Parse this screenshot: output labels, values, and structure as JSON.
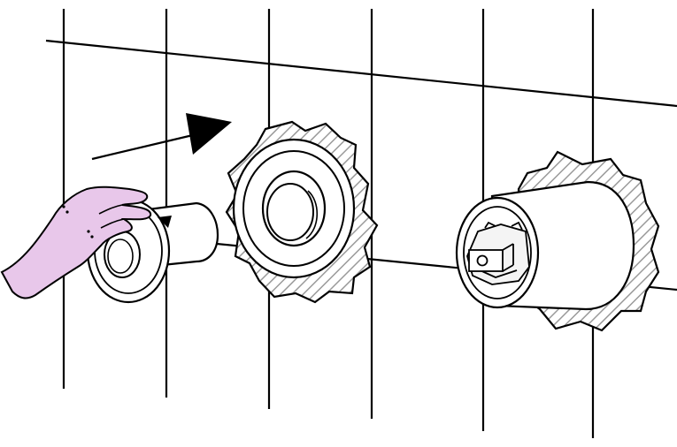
{
  "figure": {
    "type": "installation-illustration",
    "steps_shown": [
      "slide-trim-ring-onto-sleeve",
      "rough-opening-with-flange",
      "valve-body-in-wall"
    ]
  },
  "colors": {
    "line": "#000000",
    "background": "#ffffff",
    "hand_fill": "#e8c7ea",
    "hatch": "#9a9a9a"
  },
  "icons": {
    "direction": "arrow-icon",
    "hand": "hand-icon"
  }
}
